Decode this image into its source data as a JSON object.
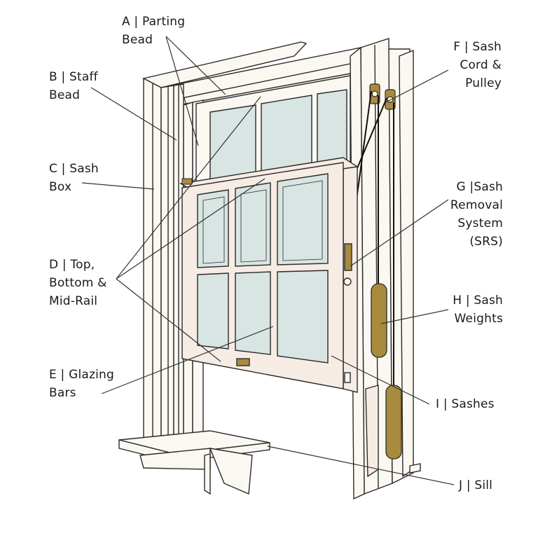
{
  "labels": {
    "a": {
      "line1": "A | Parting",
      "line2": "Bead"
    },
    "b": {
      "line1": "B | Staff",
      "line2": "Bead"
    },
    "c": {
      "line1": "C | Sash",
      "line2": "Box"
    },
    "d": {
      "line1": "D | Top,",
      "line2": "Bottom &",
      "line3": "Mid-Rail"
    },
    "e": {
      "line1": "E | Glazing",
      "line2": "Bars"
    },
    "f": {
      "line1": "F | Sash",
      "line2": "Cord &",
      "line3": "Pulley"
    },
    "g": {
      "line1": "G |Sash",
      "line2": "Removal",
      "line3": "System",
      "line4": "(SRS)"
    },
    "h": {
      "line1": "H | Sash",
      "line2": "Weights"
    },
    "i": {
      "line1": "I | Sashes"
    },
    "j": {
      "line1": "J | Sill"
    }
  },
  "colors": {
    "outline": "#2b2b2b",
    "frame": "#fbf8f1",
    "sash": "#f6ece4",
    "glass": "#d8e5e3",
    "brass": "#a98b3d",
    "leader": "#333333"
  }
}
